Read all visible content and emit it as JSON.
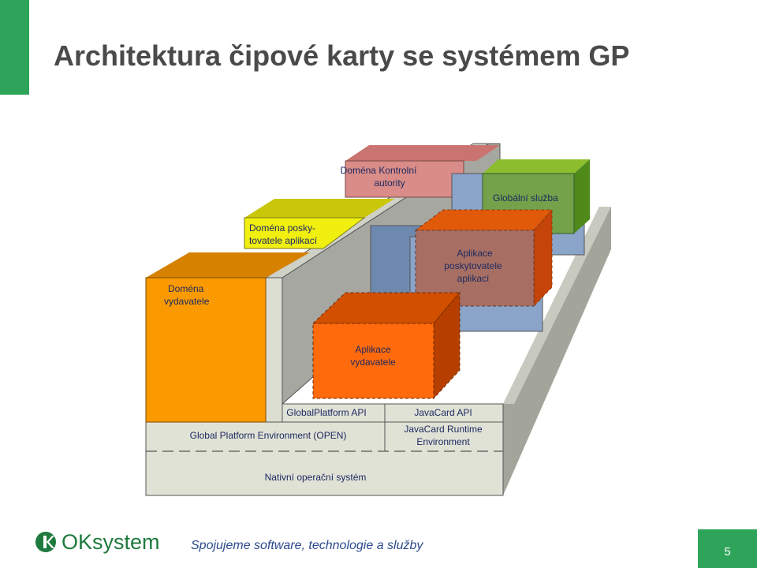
{
  "slide": {
    "title": "Architektura čipové karty se systémem GP",
    "page_number": "5"
  },
  "footer": {
    "logo_text": "OKsystem",
    "logo_icon": "oksystem-logo-icon",
    "tagline": "Spojujeme software, technologie a služby"
  },
  "diagram": {
    "domena_kontrolni_autority": "Doména Kontrolní autority",
    "domena_kontrolni_line1": "Doména Kontrolní",
    "domena_kontrolni_line2": "autority",
    "globalni_sluzba": "Globální služba",
    "domena_poskytovatele_line1": "Doména posky-",
    "domena_poskytovatele_line2": "tovatele aplikací",
    "aplikace_poskytovatele_line1": "Aplikace",
    "aplikace_poskytovatele_line2": "poskytovatele",
    "aplikace_poskytovatele_line3": "aplikací",
    "domena_vydavatele_line1": "Doména",
    "domena_vydavatele_line2": "vydavatele",
    "aplikace_vydavatele_line1": "Aplikace",
    "aplikace_vydavatele_line2": "vydavatele",
    "globalplatform_api": "GlobalPlatform API",
    "javacard_api": "JavaCard API",
    "global_platform_environment": "Global Platform Environment (OPEN)",
    "javacard_runtime_line1": "JavaCard Runtime",
    "javacard_runtime_line2": "Environment",
    "nativni_os": "Nativní operační systém"
  },
  "colors": {
    "accent_green": "#2da45a",
    "title_gray": "#4a4a4a",
    "domena_vydavatele": "#fb9a00",
    "domena_poskytovatele": "#f0ef10",
    "domena_kontrolni": "#d98c88",
    "globalni_sluzba": "#73a24a",
    "aplikace_vydavatele": "#ff6a0c",
    "aplikace_poskytovatele": "#a76f63",
    "blue_box": "#8ba4c9",
    "platform_gray": "#e0e2d6"
  }
}
